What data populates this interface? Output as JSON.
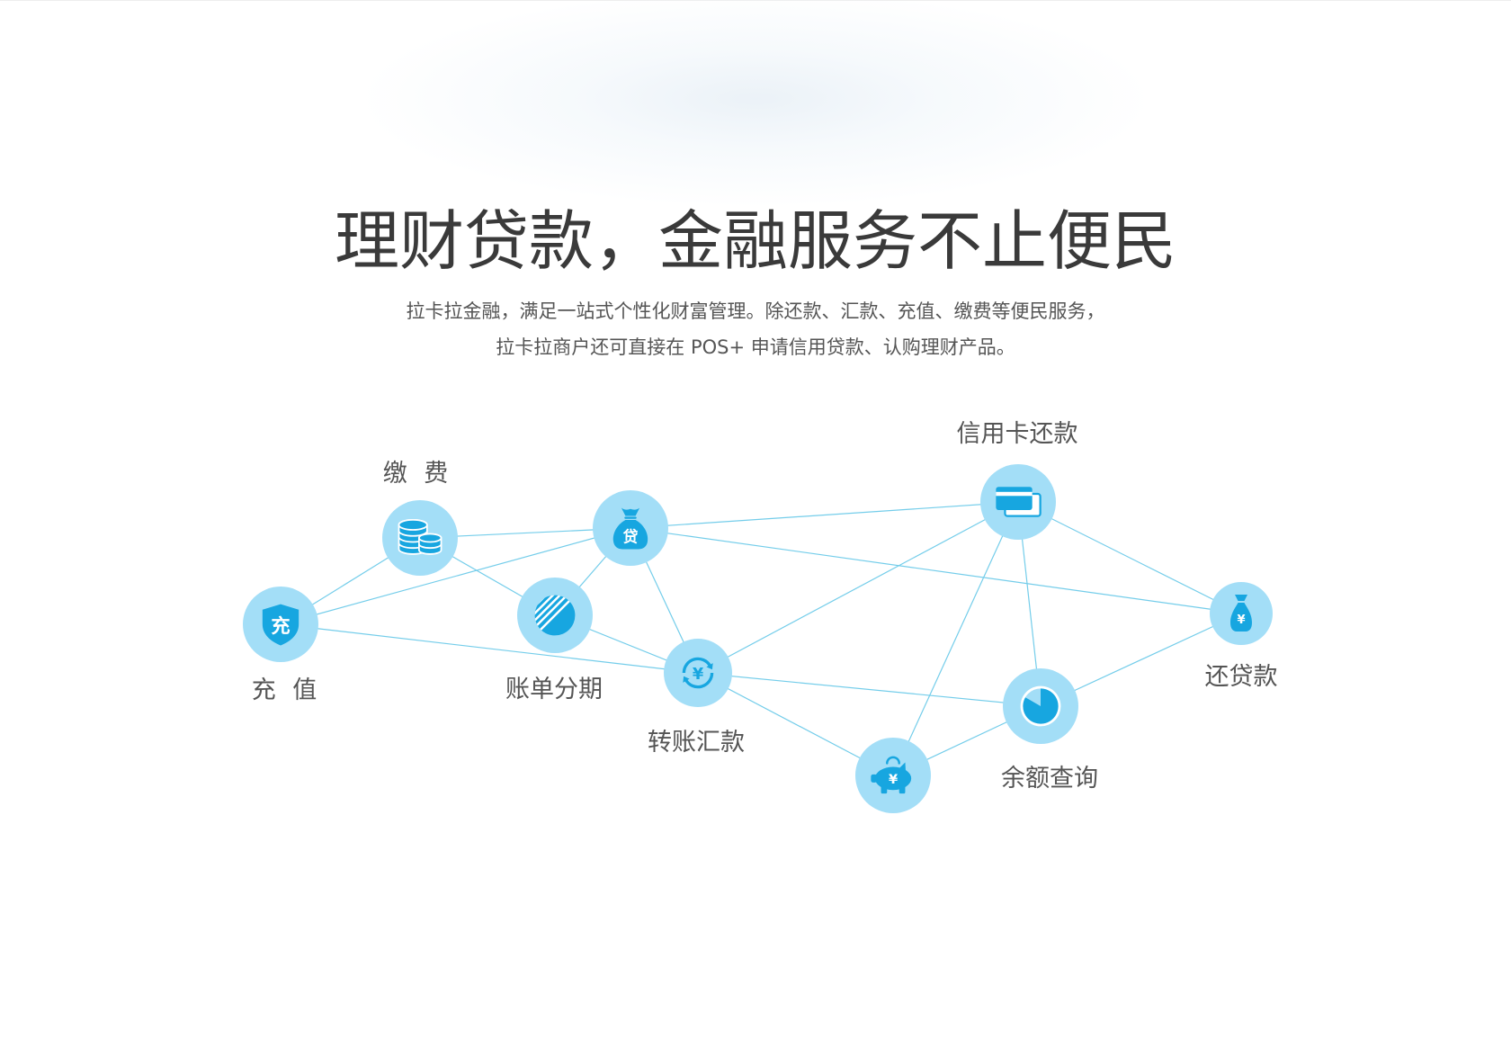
{
  "hero": {
    "title": "理财贷款，金融服务不止便民",
    "subtitle_line1": "拉卡拉金融，满足一站式个性化财富管理。除还款、汇款、充值、缴费等便民服务，",
    "subtitle_line2": "拉卡拉商户还可直接在 POS+ 申请信用贷款、认购理财产品。"
  },
  "colors": {
    "title": "#3a3a3a",
    "text": "#555555",
    "node_fill": "#a3def7",
    "icon": "#17a6e0",
    "link": "#74cdea"
  },
  "services": [
    {
      "label": "缴 费",
      "icon": "coin-stack-icon"
    },
    {
      "icon": "loan-bag-icon",
      "glyph": "贷"
    },
    {
      "label": "信用卡还款",
      "icon": "credit-card-icon"
    },
    {
      "label": "充 值",
      "icon": "shield-icon",
      "glyph": "充"
    },
    {
      "label": "账单分期",
      "icon": "installment-icon"
    },
    {
      "label": "转账汇款",
      "icon": "yuan-transfer-icon",
      "glyph": "¥"
    },
    {
      "icon": "piggy-bank-icon",
      "glyph": "¥"
    },
    {
      "label": "余额查询",
      "icon": "pie-chart-icon"
    },
    {
      "label": "还贷款",
      "icon": "money-bag-icon",
      "glyph": "¥"
    }
  ],
  "links": [
    [
      0,
      1
    ],
    [
      0,
      3
    ],
    [
      0,
      4
    ],
    [
      3,
      1
    ],
    [
      3,
      5
    ],
    [
      1,
      4
    ],
    [
      1,
      5
    ],
    [
      1,
      2
    ],
    [
      1,
      8
    ],
    [
      4,
      5
    ],
    [
      5,
      2
    ],
    [
      5,
      7
    ],
    [
      5,
      6
    ],
    [
      2,
      6
    ],
    [
      2,
      7
    ],
    [
      2,
      8
    ],
    [
      7,
      8
    ],
    [
      6,
      7
    ]
  ]
}
